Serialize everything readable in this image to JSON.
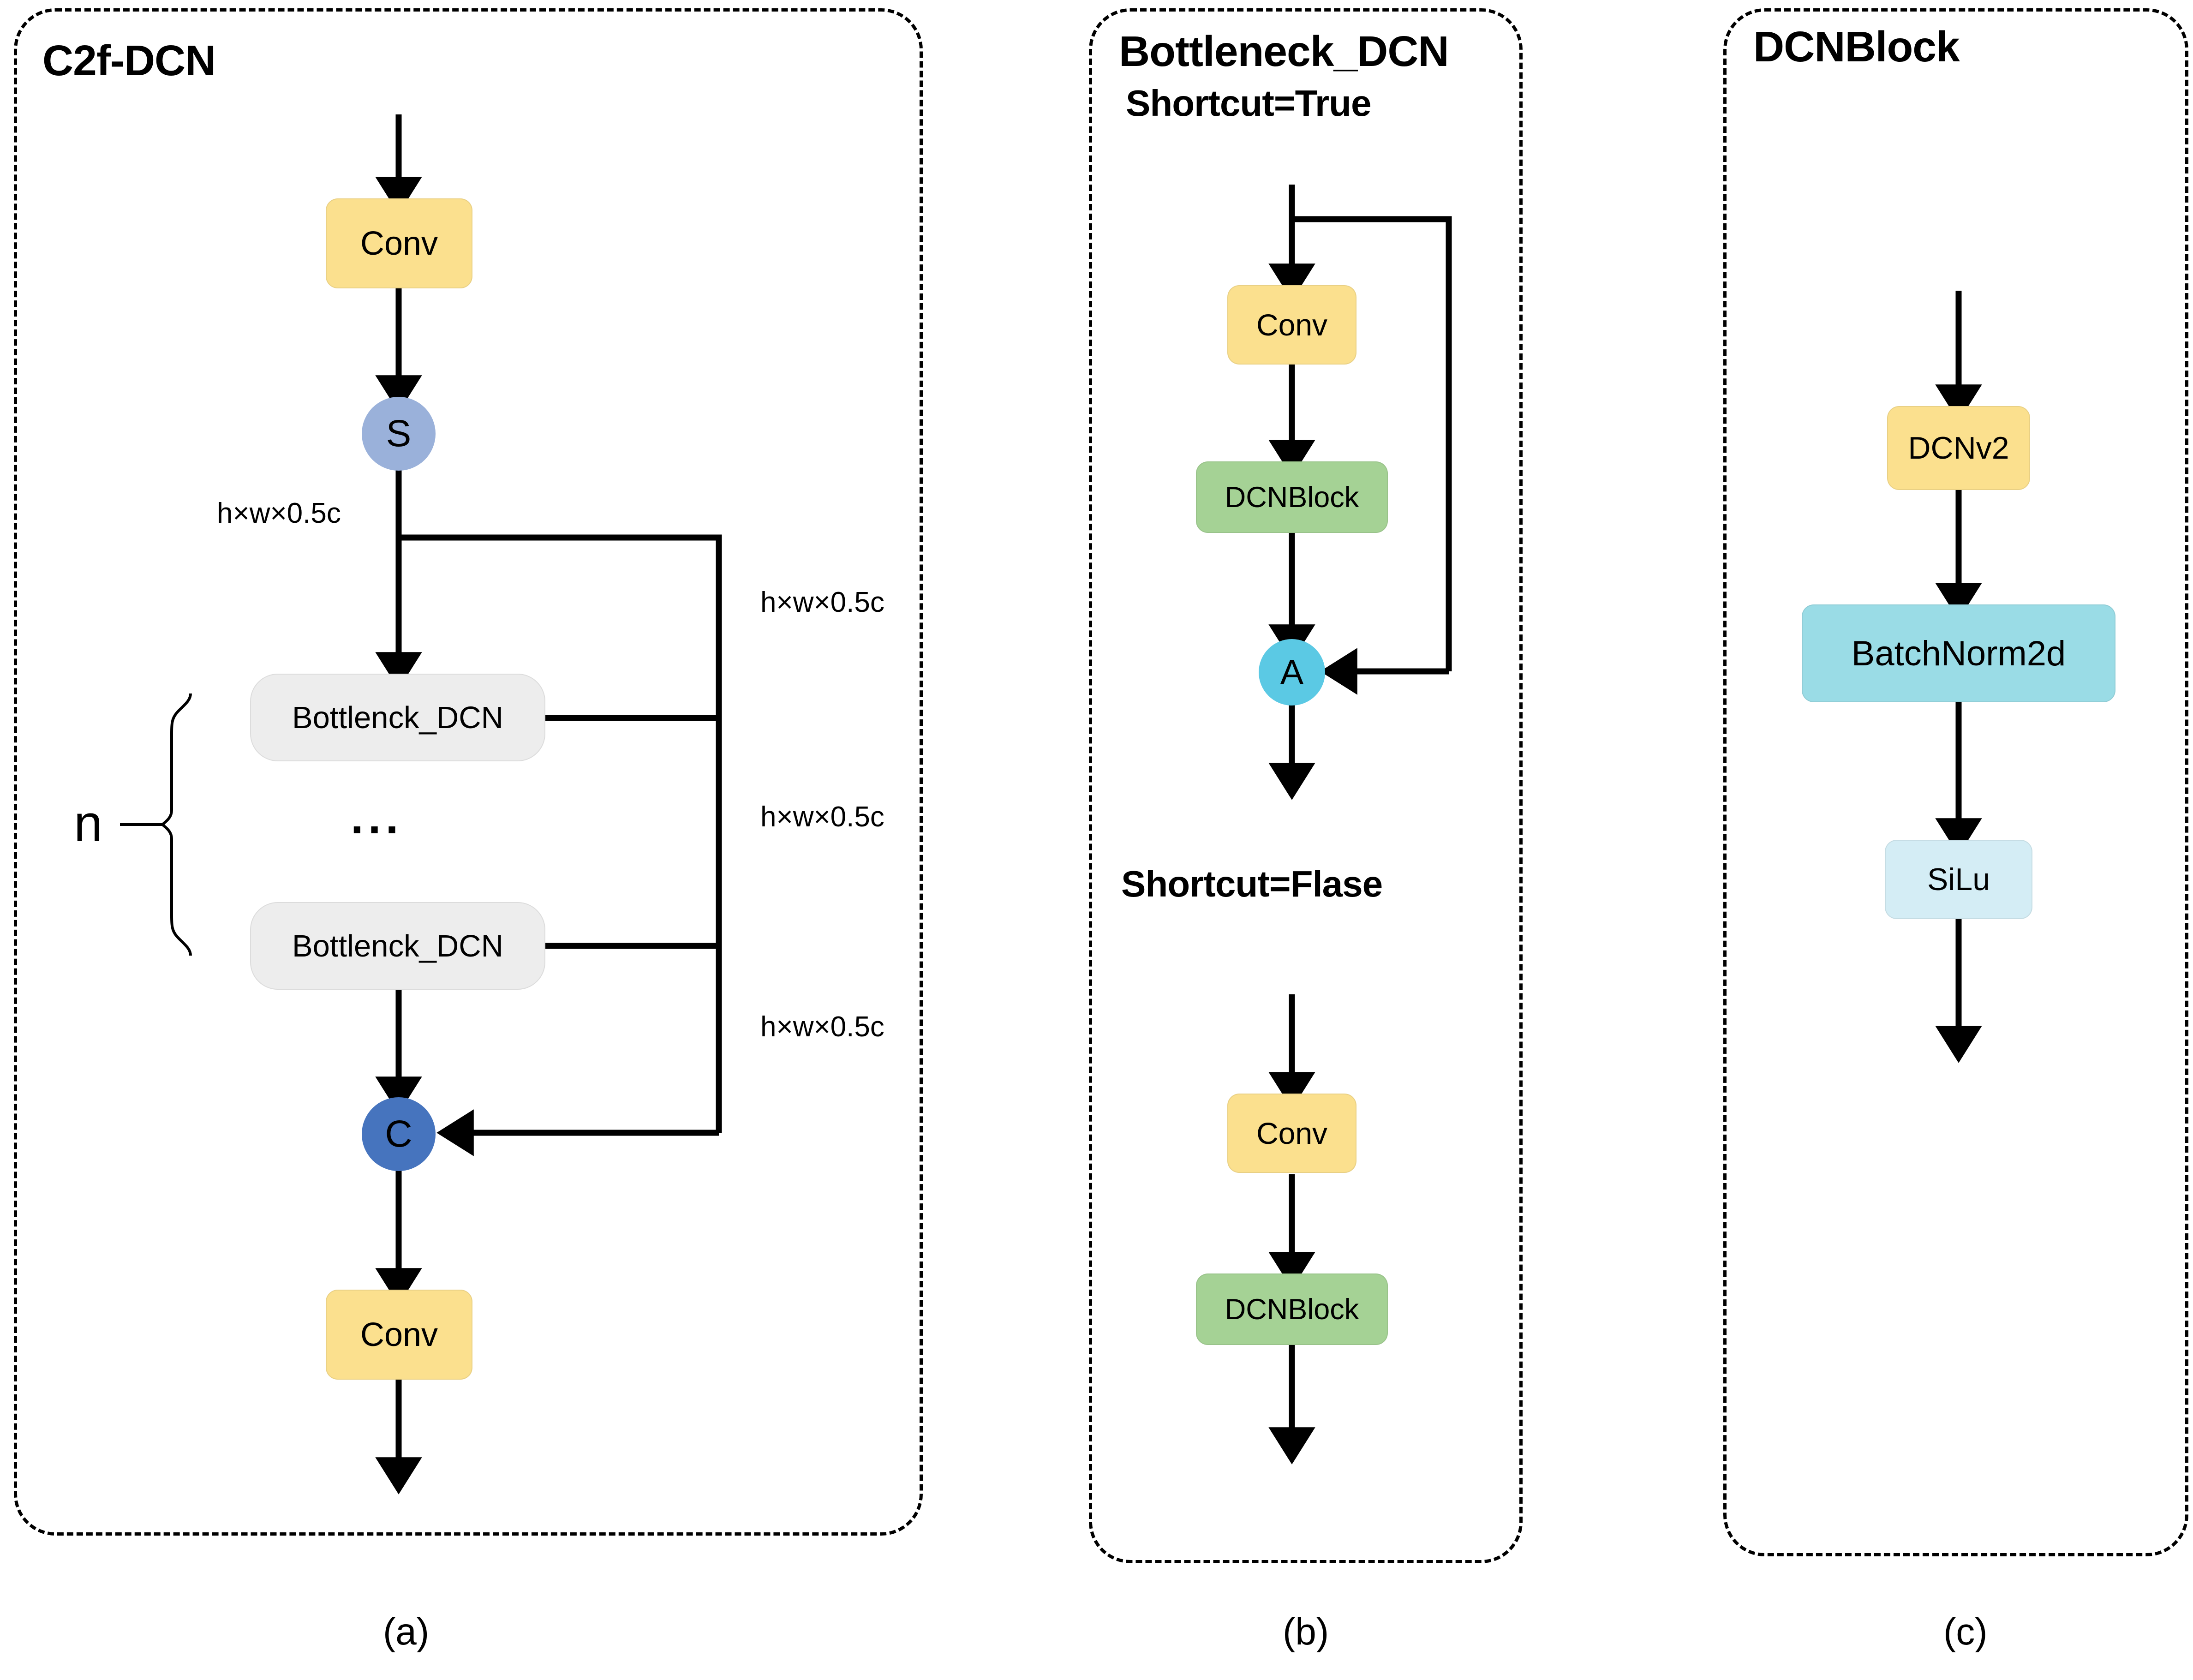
{
  "panels": [
    {
      "id": "c2f-dcn",
      "title": "C2f-DCN",
      "caption": "(a)",
      "nodes": [
        {
          "key": "conv_top",
          "label": "Conv"
        },
        {
          "key": "split",
          "label": "S"
        },
        {
          "key": "bottleneck_1",
          "label": "Bottlenck_DCN"
        },
        {
          "key": "ellipsis",
          "label": "..."
        },
        {
          "key": "bottleneck_n",
          "label": "Bottlenck_DCN"
        },
        {
          "key": "concat",
          "label": "C"
        },
        {
          "key": "conv_bottom",
          "label": "Conv"
        }
      ],
      "repeat_label": "n",
      "dim_labels": [
        {
          "key": "dim_split",
          "text": "h×w×0.5c"
        },
        {
          "key": "dim_skip_1",
          "text": "h×w×0.5c"
        },
        {
          "key": "dim_skip_2",
          "text": "h×w×0.5c"
        },
        {
          "key": "dim_skip_3",
          "text": "h×w×0.5c"
        }
      ]
    },
    {
      "id": "bottleneck-dcn",
      "title": "Bottleneck_DCN",
      "caption": "(b)",
      "subtitle_true": "Shortcut=True",
      "subtitle_false": "Shortcut=Flase",
      "nodes": [
        {
          "key": "conv_true",
          "label": "Conv"
        },
        {
          "key": "dcnblock_true",
          "label": "DCNBlock"
        },
        {
          "key": "add",
          "label": "A"
        },
        {
          "key": "conv_false",
          "label": "Conv"
        },
        {
          "key": "dcnblock_false",
          "label": "DCNBlock"
        }
      ]
    },
    {
      "id": "dcnblock",
      "title": "DCNBlock",
      "caption": "(c)",
      "nodes": [
        {
          "key": "dcnv2",
          "label": "DCNv2"
        },
        {
          "key": "batchnorm2d",
          "label": "BatchNorm2d"
        },
        {
          "key": "silu",
          "label": "SiLu"
        }
      ]
    }
  ],
  "colors": {
    "yellow": "#FBE08E",
    "green": "#A5D295",
    "grey": "#EDEDED",
    "light_blue_circle": "#9AB1DA",
    "dark_blue_circle": "#4674BE",
    "cyan_circle": "#5BC9E4",
    "cyan_medium": "#9ADCE6",
    "cyan_pale": "#D4EDF5",
    "stroke": "#000000",
    "background": "#FFFFFF"
  }
}
